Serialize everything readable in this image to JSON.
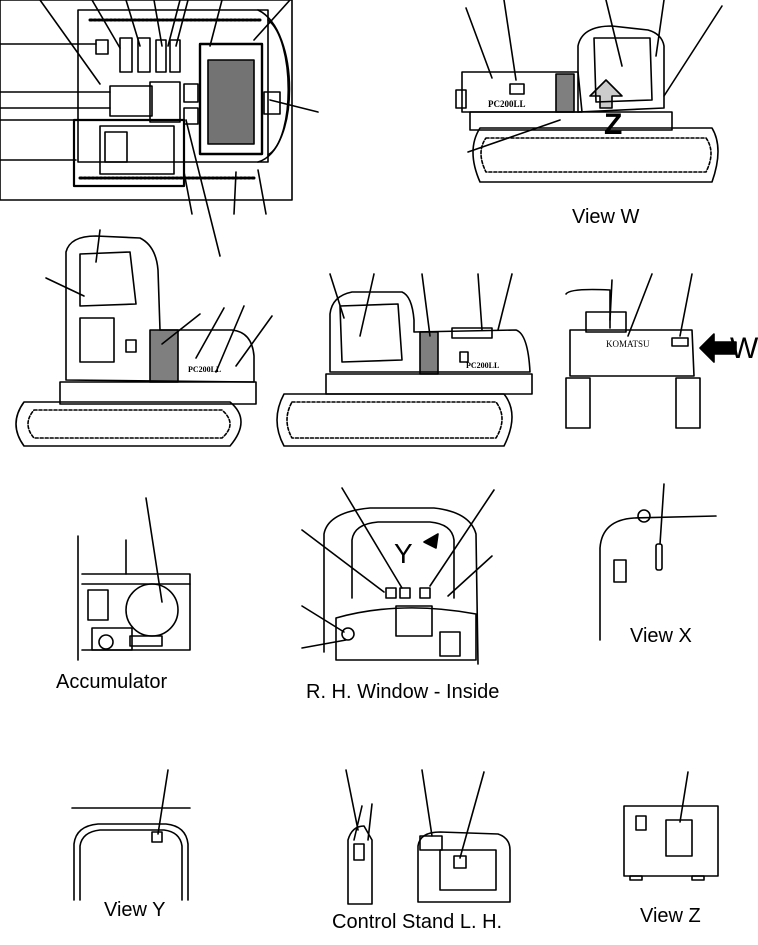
{
  "captions": {
    "view_w": "View W",
    "view_x": "View X",
    "view_y": "View Y",
    "view_z": "View Z",
    "accumulator": "Accumulator",
    "rh_window": "R. H. Window - Inside",
    "control_stand": "Control Stand L. H."
  },
  "markers": {
    "w": "W",
    "y": "Y",
    "z": "Z"
  },
  "decals": {
    "model_rear_view": "PC200LL",
    "model_left_side": "PC200LL",
    "model_right_side": "PC200LL",
    "brand_rear": "KOMATSU"
  }
}
